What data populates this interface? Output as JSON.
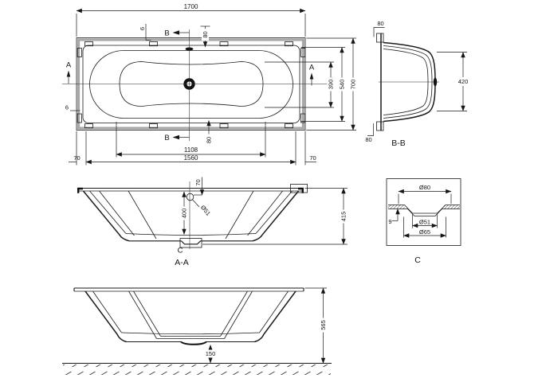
{
  "drawing": {
    "plan": {
      "overall_length": "1700",
      "overall_width": "700",
      "rim_opening_width": "540",
      "floor_width": "390",
      "floor_length": "1108",
      "rim_length": "1560",
      "margin_left": "70",
      "margin_right": "70",
      "overflow_edge_offset": "80",
      "drain_edge_offset": "80",
      "clip_offset_top": "6",
      "clip_offset_side": "6",
      "section_marker_a": "A",
      "section_marker_b": "B"
    },
    "section_bb": {
      "label": "B-B",
      "rim_width_top": "80",
      "rim_width_bottom": "80",
      "inner_depth": "420"
    },
    "section_aa": {
      "label": "A-A",
      "inner_depth": "400",
      "overall_depth": "415",
      "overflow_drop": "70",
      "overflow_diameter": "Ø51",
      "drain_detail_ref": "C"
    },
    "detail_c": {
      "label": "C",
      "recess_top_diameter": "Ø80",
      "drain_hole_diameter": "Ø51",
      "recess_base_diameter": "Ø65",
      "recess_depth": "9"
    },
    "elevation": {
      "overall_height": "565",
      "underbody_clearance": "150"
    }
  }
}
